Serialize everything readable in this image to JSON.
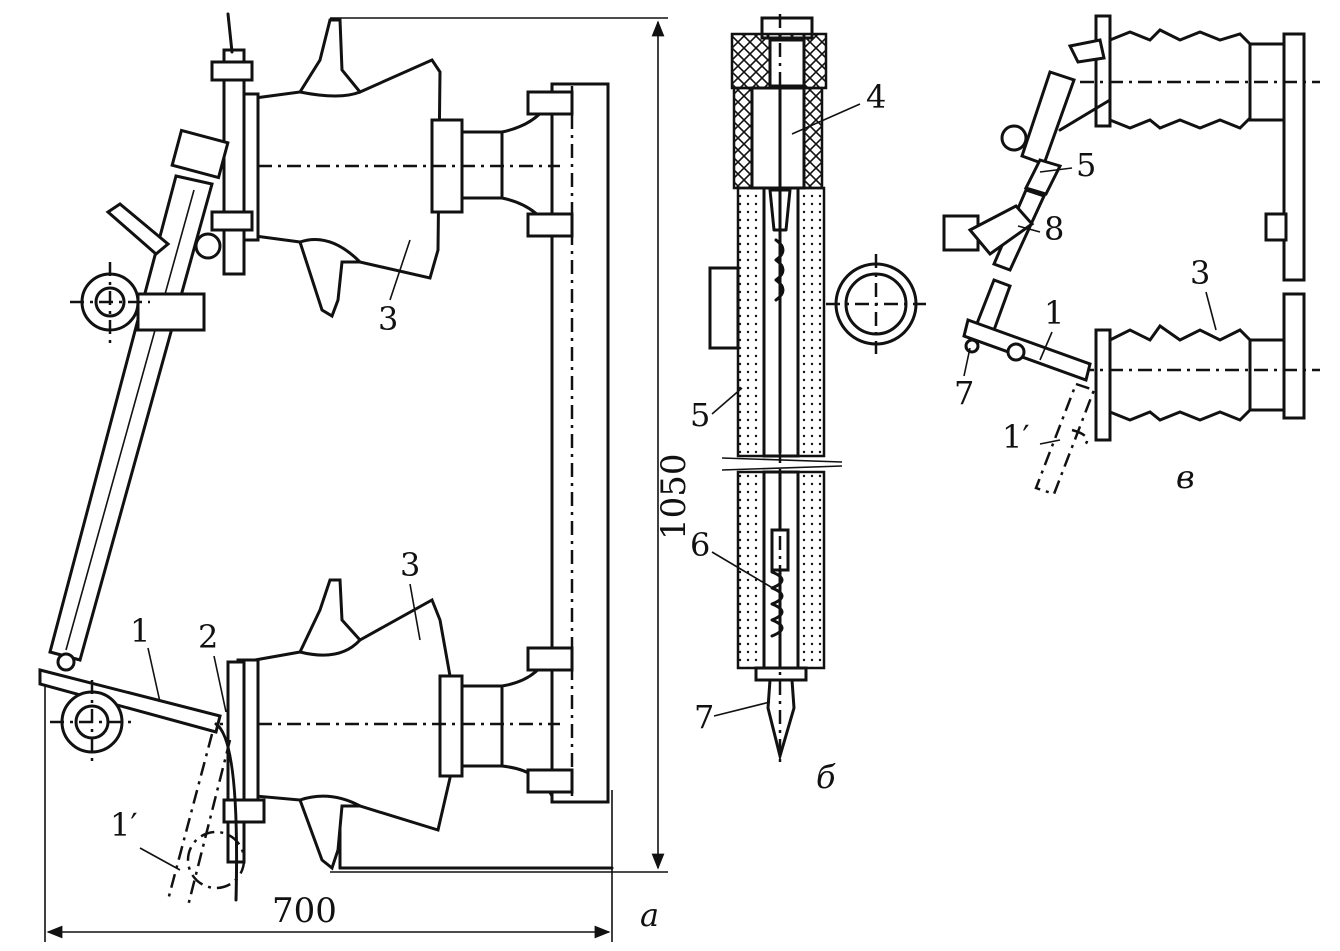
{
  "labels": {
    "a_disconnector": "1",
    "a_disconnector_open": "1′",
    "a_contact": "2",
    "a_insulator_top": "3",
    "a_insulator_bottom": "3",
    "b_element": "4",
    "b_tube": "5",
    "b_spring": "6",
    "b_pointer": "7",
    "c_tube": "5",
    "c_holder": "8",
    "c_insulator": "3",
    "c_disconnector": "1",
    "c_disconnector_open": "1′",
    "c_pointer": "7"
  },
  "dimensions": {
    "height": "1050",
    "width": "700"
  },
  "view_letters": {
    "a": "а",
    "b": "б",
    "c": "в"
  }
}
